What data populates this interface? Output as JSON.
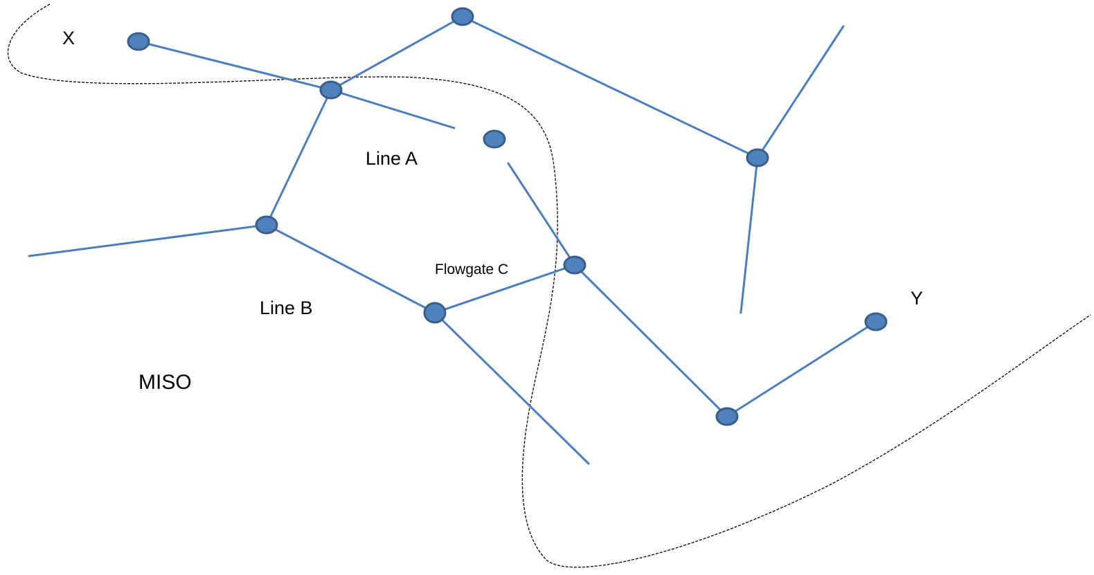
{
  "labels": {
    "x": "X",
    "y": "Y",
    "line_a": "Line A",
    "line_b": "Line B",
    "flowgate_c": "Flowgate C",
    "region": "MISO"
  },
  "colors": {
    "line": "#4a7ebb",
    "node_fill": "#4f81bd",
    "node_stroke": "#385d8a",
    "boundary": "#000000"
  },
  "icons": {
    "bus_node": "filled-ellipse",
    "boundary": "dashed-curve"
  }
}
